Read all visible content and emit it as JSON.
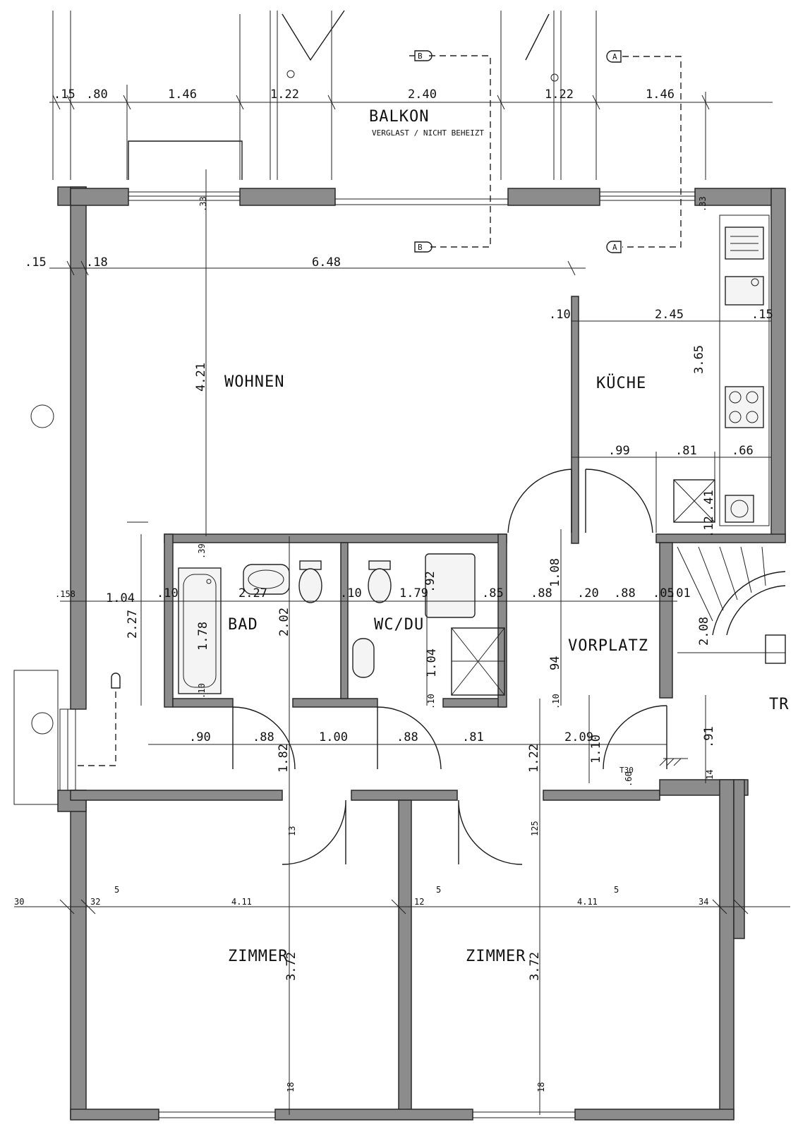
{
  "rooms": {
    "balkon": "BALKON",
    "balkon_note": "VERGLAST / NICHT BEHEIZT",
    "wohnen": "WOHNEN",
    "kueche": "KÜCHE",
    "bad": "BAD",
    "wc_du": "WC/DU",
    "vorplatz": "VORPLATZ",
    "zimmer_left": "ZIMMER",
    "zimmer_right": "ZIMMER",
    "treppe_partial": "TR"
  },
  "door_tag": "T30",
  "section_marks": [
    "B",
    "B",
    "A",
    "A"
  ],
  "dimensions": {
    "top": [
      ".15",
      ".80",
      "1.46",
      "1.22",
      "2.40",
      "1.22",
      "1.46"
    ],
    "wall_33_left": ".33",
    "wall_33_right": ".33",
    "left_15": ".15",
    "left_18": ".18",
    "wohnen_width": "6.48",
    "wohnen_height": "4.21",
    "kueche_10": ".10",
    "kueche_width": "2.45",
    "kueche_15": ".15",
    "kueche_height": "3.65",
    "kueche_99": ".99",
    "kueche_81": ".81",
    "kueche_66": ".66",
    "kueche_41": ".41",
    "kueche_12": ".12",
    "mid_row": [
      ".158",
      "1.04",
      ".10",
      "2.27",
      ".10",
      "1.79",
      ".92",
      ".85",
      ".88",
      ".20",
      ".88",
      ".05",
      ".01"
    ],
    "bad_39": ".39",
    "bad_tub": "1.78",
    "bad_height": "2.02",
    "left_227": "2.27",
    "wc_104": "1.04",
    "vp_108": "1.08",
    "vp_94": "94",
    "vp_10a": ".10",
    "vp_10b": ".10",
    "vp_10c": ".10",
    "stair_208": "2.08",
    "door_row": [
      ".90",
      ".88",
      "1.00",
      ".88",
      ".81",
      "2.09"
    ],
    "door_182": "1.82",
    "door_122": "1.22",
    "door_110": "1.10",
    "door_91": ".91",
    "door_14": "14",
    "door_60": ".60",
    "z_13": "13",
    "z_125": "125",
    "z_5a": "5",
    "z_5b": "5",
    "z_5c": "5",
    "z_30": "30",
    "z_32": "32",
    "z_width_left": "4.11",
    "z_12": "12",
    "z_width_right": "4.11",
    "z_34": "34",
    "z_height_left": "3.72",
    "z_height_right": "3.72",
    "z_18a": "18",
    "z_18b": "18"
  }
}
